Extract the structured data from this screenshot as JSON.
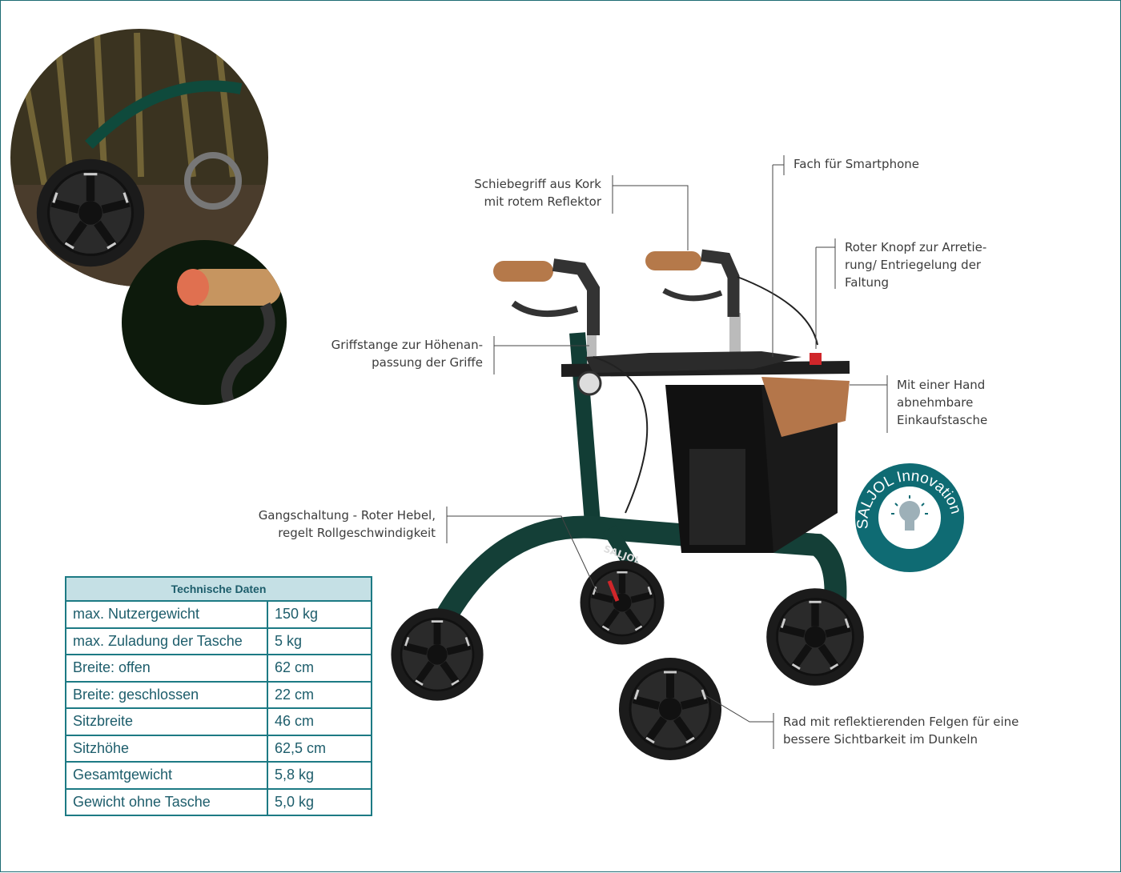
{
  "callouts": {
    "handle": "Schiebegriff aus Kork\nmit rotem Reflektor",
    "phone": "Fach für Smartphone",
    "button": "Roter Knopf zur Arretie-\nrung/ Entriegelung der\nFaltung",
    "bar": "Griffstange zur Höhenan-\npassung der Griffe",
    "bag": "Mit einer Hand\nabnehmbare\nEinkaufstasche",
    "gear": "Gangschaltung - Roter Hebel,\nregelt Rollgeschwindigkeit",
    "wheel": "Rad mit reflektierenden Felgen für eine\nbessere Sichtbarkeit im Dunkeln"
  },
  "badge": {
    "text": "SALJOL Innovation",
    "icon": "lightbulb-icon",
    "color": "#0f6b73"
  },
  "frame_logo": "SALJOL",
  "specs": {
    "title": "Technische Daten",
    "rows": [
      {
        "label": "max. Nutzergewicht",
        "value": "150 kg"
      },
      {
        "label": "max. Zuladung der Tasche",
        "value": "5 kg"
      },
      {
        "label": "Breite: offen",
        "value": "62 cm"
      },
      {
        "label": "Breite: geschlossen",
        "value": "22 cm"
      },
      {
        "label": "Sitzbreite",
        "value": "46 cm"
      },
      {
        "label": "Sitzhöhe",
        "value": "62,5 cm"
      },
      {
        "label": "Gesamtgewicht",
        "value": "5,8 kg"
      },
      {
        "label": "Gewicht ohne Tasche",
        "value": "5,0 kg"
      }
    ]
  }
}
